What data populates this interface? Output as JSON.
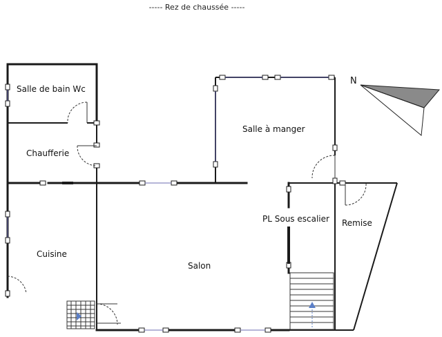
{
  "title": "----- Rez de chaussée -----",
  "north_label": "N",
  "rooms": {
    "salle_de_bain": "Salle de bain Wc",
    "chaufferie": "Chaufferie",
    "cuisine": "Cuisine",
    "salon": "Salon",
    "salle_a_manger": "Salle à manger",
    "sous_escalier": "PL Sous escalier",
    "remise": "Remise"
  }
}
